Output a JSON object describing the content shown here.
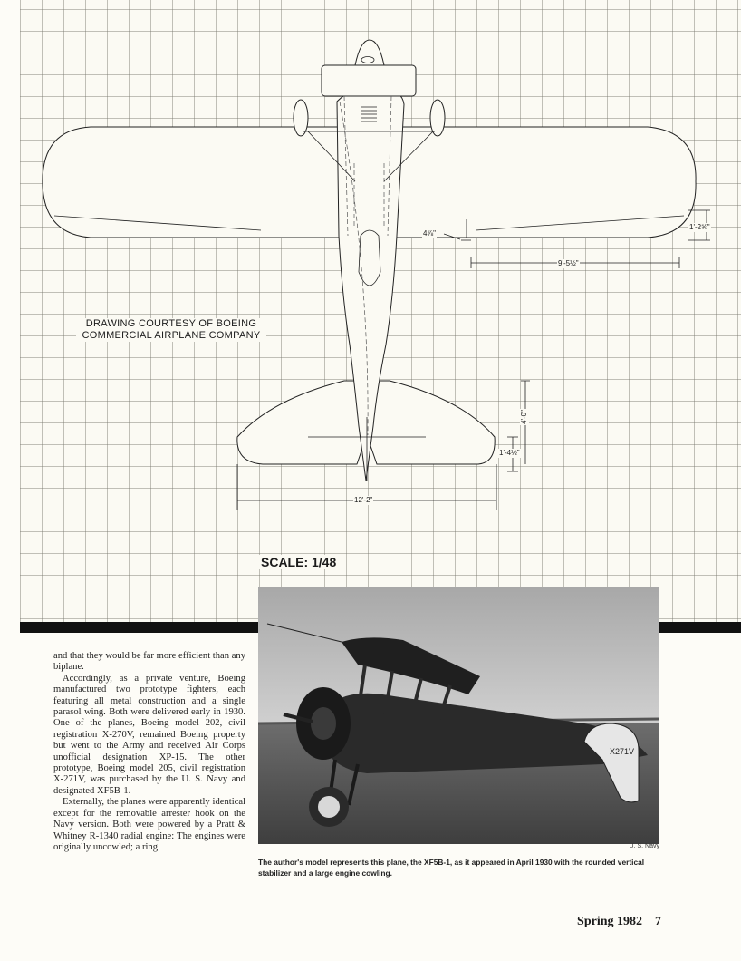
{
  "drawing": {
    "courtesy_line1": "DRAWING COURTESY OF BOEING",
    "courtesy_line2": "COMMERCIAL AIRPLANE COMPANY",
    "scale_label": "SCALE: 1/48",
    "dimensions": {
      "wing_dihedral": "4⅞\"",
      "wing_chord": "1'-2⅝\"",
      "wing_span_half": "9'-5½\"",
      "tail_length": "4'-0\"",
      "tail_chord": "1'-4½\"",
      "tail_span": "12'-2\""
    }
  },
  "photo": {
    "registration": "X271V",
    "credit": "U. S. Navy",
    "caption": "The author's model represents this plane, the XF5B-1, as it appeared in April 1930 with the rounded vertical stabilizer and a large engine cowling."
  },
  "article": {
    "paragraphs": [
      "and that they would be far more efficient than any biplane.",
      "Accordingly, as a private venture, Boeing manufactured two prototype fighters, each featuring all metal construction and a single parasol wing. Both were delivered early in 1930. One of the planes, Boeing model 202, civil registration X-270V, remained Boeing property but went to the Army and received Air Corps unofficial designation XP-15. The other prototype, Boeing model 205, civil registration X-271V, was purchased by the U. S. Navy and designated XF5B-1.",
      "Externally, the planes were apparently identical except for the removable arrester hook on the Navy version. Both were powered by a Pratt & Whitney R-1340 radial engine: The engines were originally uncowled; a ring"
    ]
  },
  "footer": {
    "issue": "Spring 1982",
    "page_number": "7"
  }
}
